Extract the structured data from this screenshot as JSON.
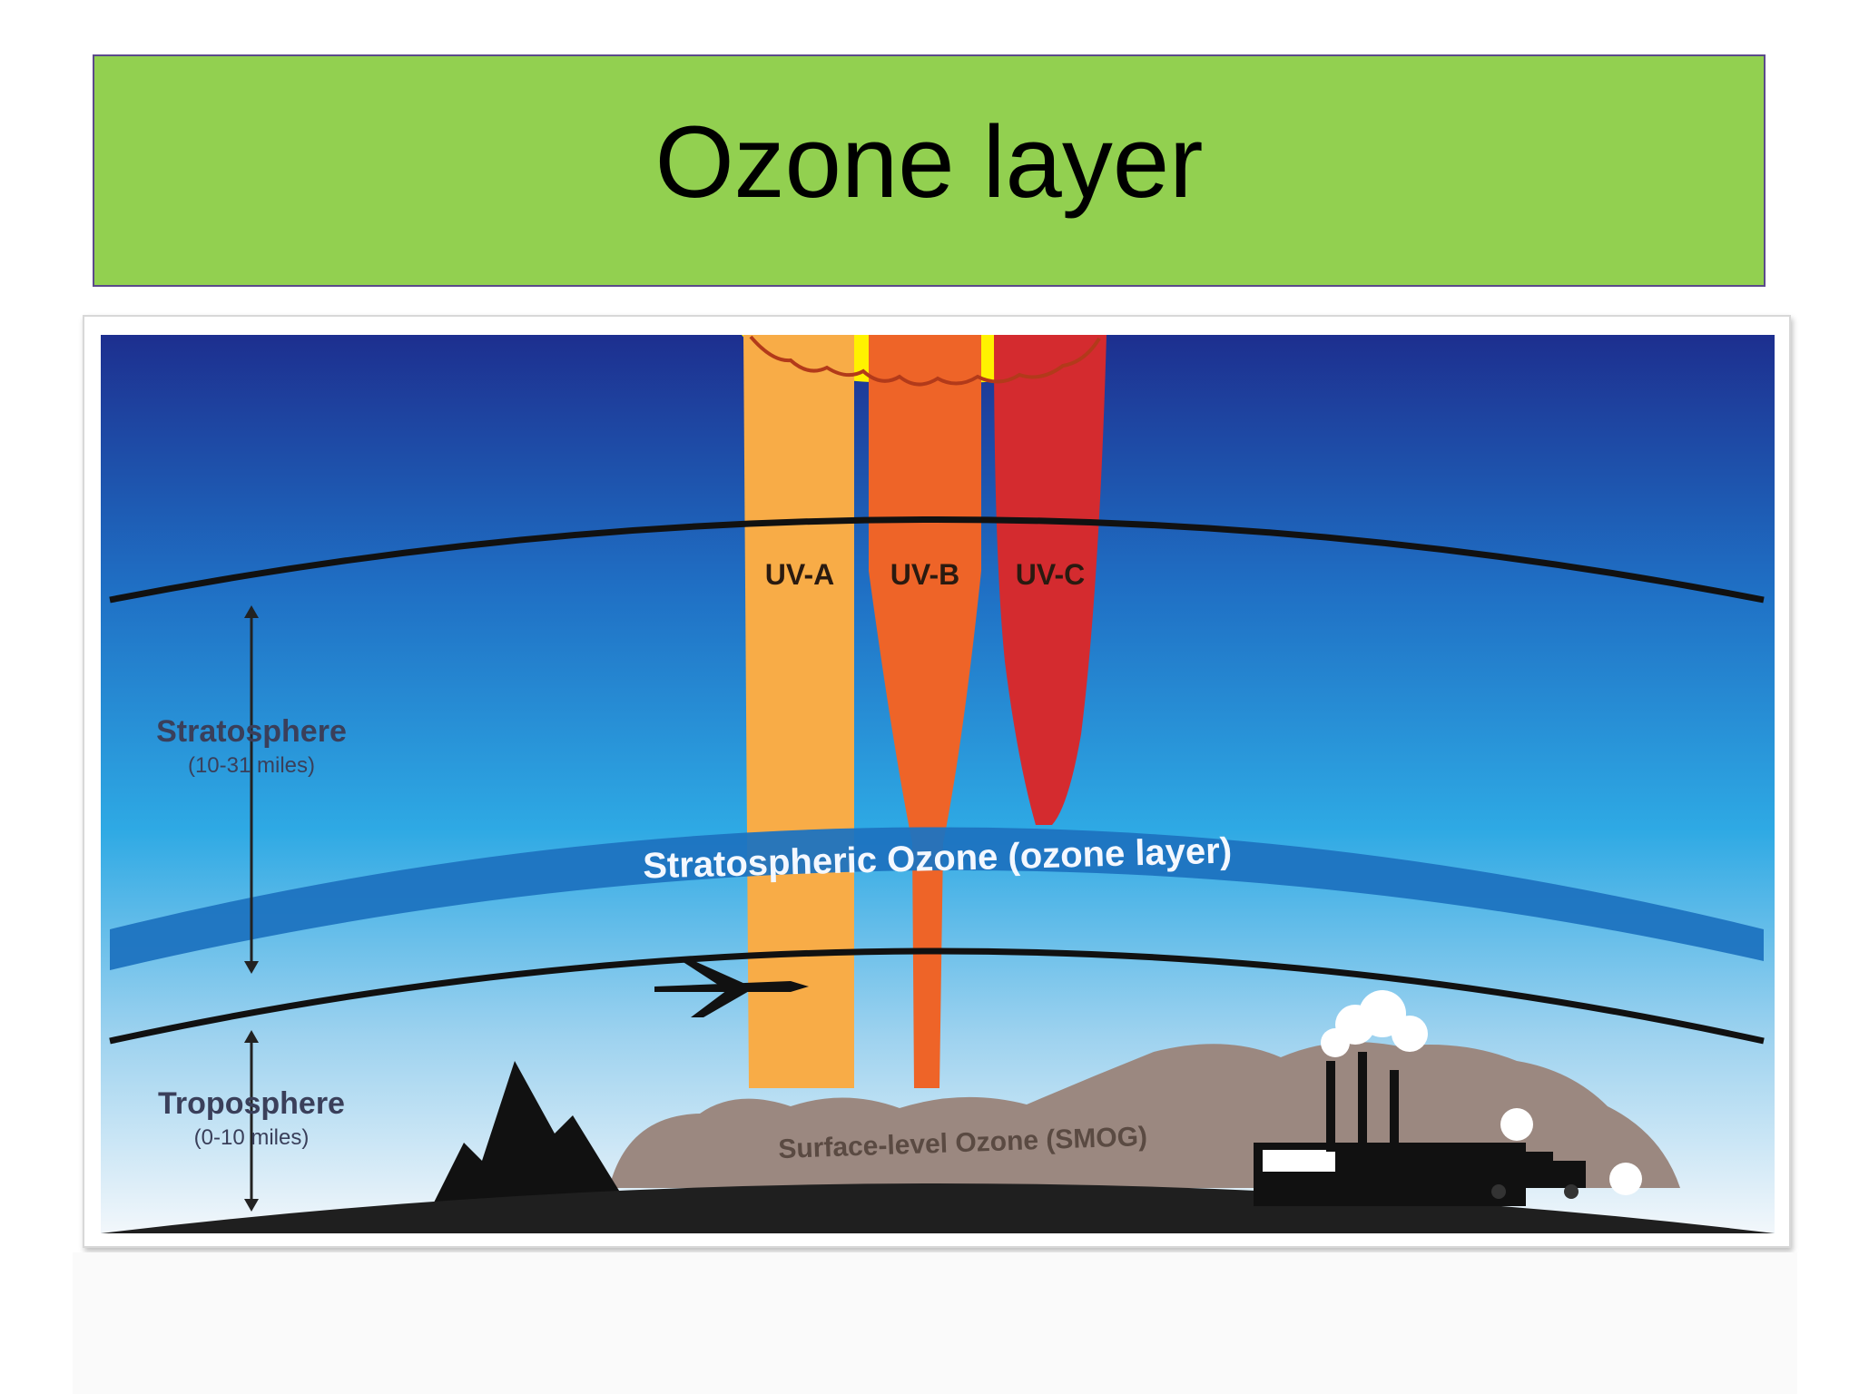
{
  "slide": {
    "title": "Ozone layer"
  },
  "diagram": {
    "uv_labels": [
      "UV-A",
      "UV-B",
      "UV-C"
    ],
    "stratosphere": {
      "label": "Stratosphere",
      "range": "(10-31 miles)"
    },
    "troposphere": {
      "label": "Troposphere",
      "range": "(0-10 miles)"
    },
    "ozone_band_label": "Stratospheric Ozone (ozone layer)",
    "smog_label": "Surface-level Ozone (SMOG)",
    "colors": {
      "title_bg": "#92d050",
      "sky_top": "#1d2f8f",
      "sky_bottom": "#f2f7fb",
      "uv_a": "#f8ac47",
      "uv_b": "#ee6428",
      "uv_c": "#d42b2f",
      "ozone_band": "#1e73c0",
      "ground": "#1f1f1f",
      "smog": "#9b8880"
    }
  }
}
